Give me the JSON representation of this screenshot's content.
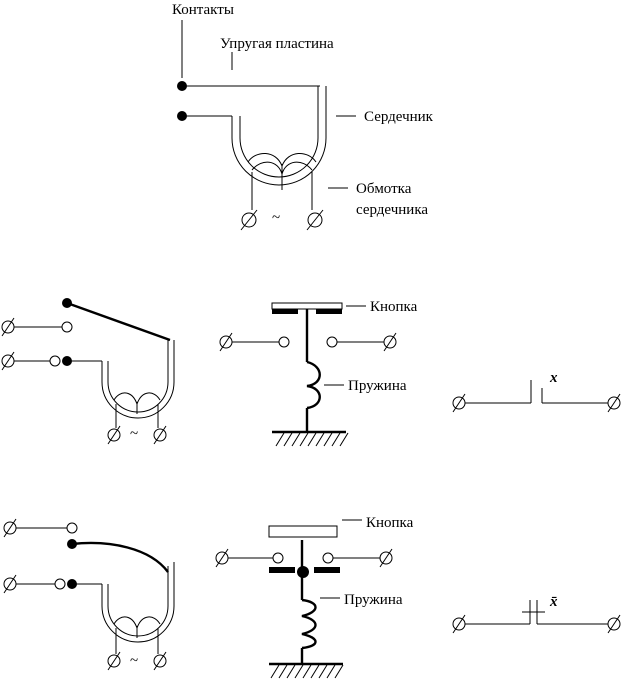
{
  "labels": {
    "contacts": "Контакты",
    "spring_plate": "Упругая пластина",
    "core": "Сердечник",
    "winding_1": "Обмотка",
    "winding_2": "сердечника",
    "button_1": "Кнопка",
    "spring_1": "Пружина",
    "button_2": "Кнопка",
    "spring_2": "Пружина",
    "x": "x",
    "x_bar": "x̄"
  },
  "glyphs": {
    "tilde": "~",
    "terminal": "Ø"
  }
}
